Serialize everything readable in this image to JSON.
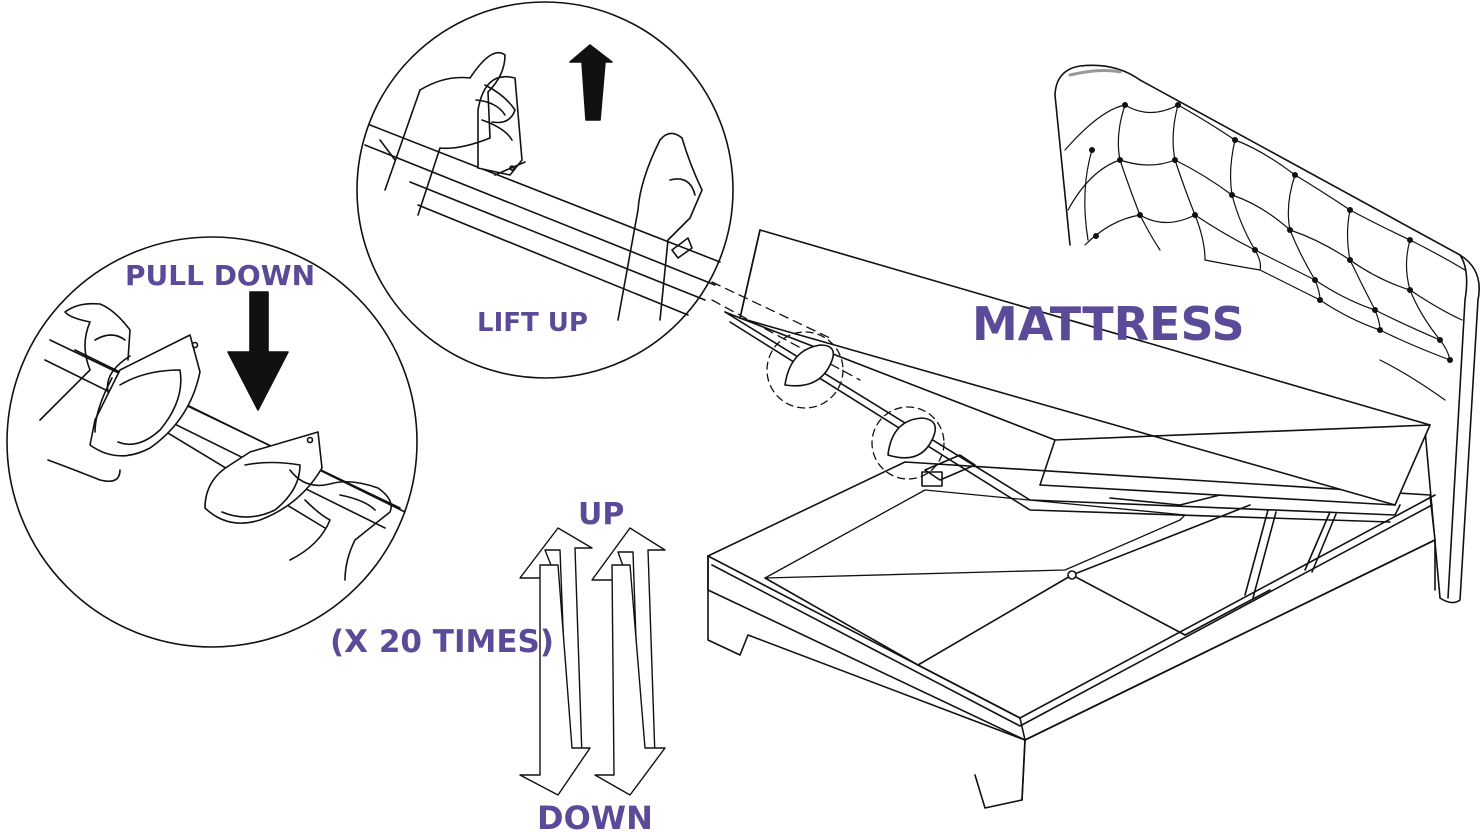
{
  "labels": {
    "pull_down": "PULL DOWN",
    "lift_up": "LIFT UP",
    "mattress": "MATTRESS",
    "up": "UP",
    "down": "DOWN",
    "repeat": "(X 20 TIMES)"
  },
  "colors": {
    "label_purple": "#5b4a97",
    "line": "#111111",
    "arrow_fill": "#111111",
    "background": "#ffffff"
  }
}
